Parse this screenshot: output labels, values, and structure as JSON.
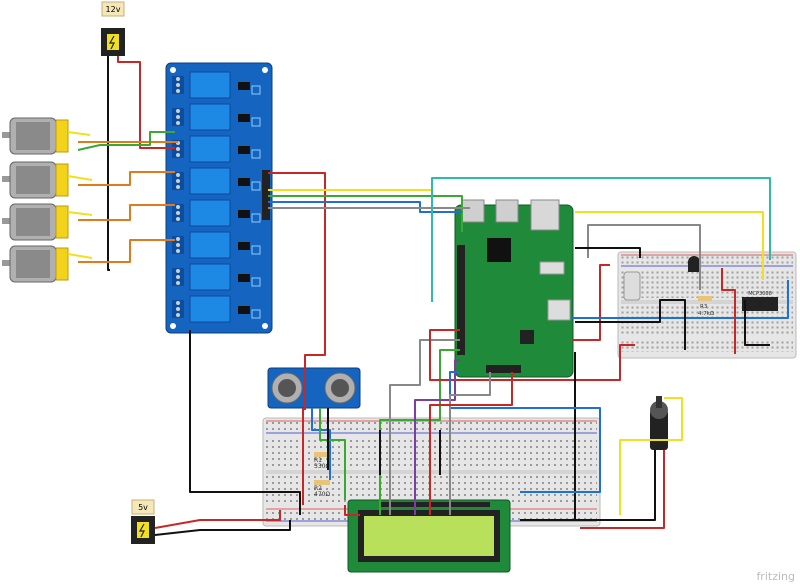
{
  "labels": {
    "psu_12v": "12v",
    "psu_5v": "5v",
    "r1": "R1",
    "r1_value": "330Ω",
    "r2": "R2",
    "r2_value": "470Ω",
    "r3": "R3",
    "r3_value": "4.7kΩ",
    "adc_chip": "MCP3008",
    "watermark": "fritzing"
  },
  "components": {
    "motors": [
      "motor-1",
      "motor-2",
      "motor-3",
      "motor-4"
    ],
    "relay_channels": 8,
    "lcd": "16x2 LCD"
  },
  "colors": {
    "relay_board": "#1565c0",
    "pi_board": "#1f8a3a",
    "lcd_screen": "#b8e05a",
    "breadboard": "#e6e6e6",
    "motor_terminal": "#f2d21b",
    "wire_red": "#c62828",
    "wire_black": "#111111",
    "wire_yellow": "#f0e020",
    "wire_green": "#3aa832",
    "wire_blue": "#1e6fd9",
    "wire_cyan": "#2bbcb0",
    "wire_orange": "#e07a1f",
    "wire_grey": "#888888"
  }
}
